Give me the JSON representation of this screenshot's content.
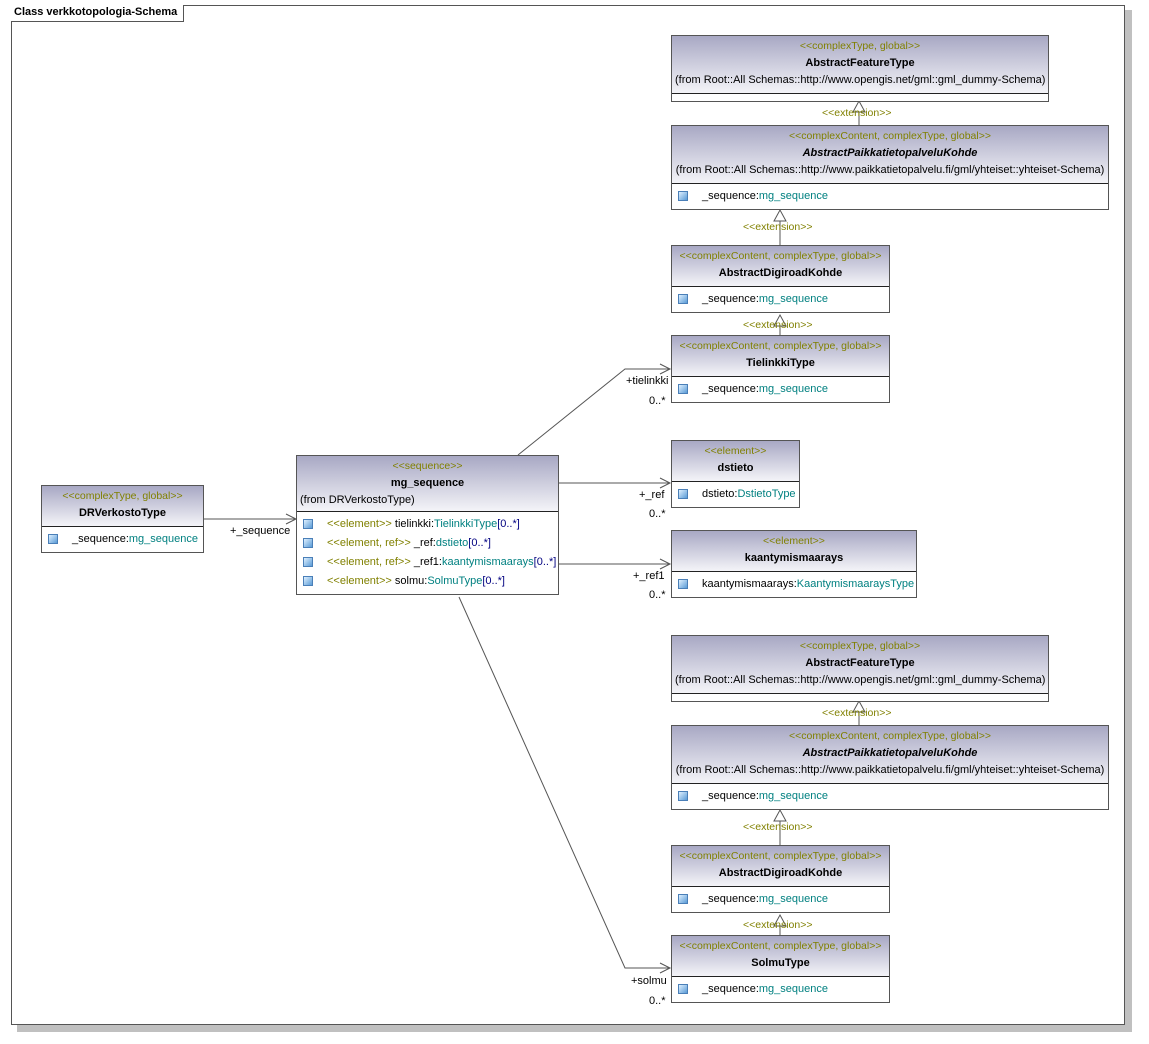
{
  "frame": {
    "title": "Class verkkotopologia-Schema"
  },
  "classes": {
    "drverkosto": {
      "stereotype": "<<complexType, global>>",
      "name": "DRVerkostoType",
      "attrs": [
        {
          "name": "_sequence:",
          "type": "mg_sequence"
        }
      ]
    },
    "mg_sequence": {
      "stereotype": "<<sequence>>",
      "name": "mg_sequence",
      "from": "(from DRVerkostoType)",
      "attrs": [
        {
          "stereo": "<<element>>",
          "name": " tielinkki:",
          "type": "TielinkkiType",
          "mult": "[0..*]"
        },
        {
          "stereo": "<<element, ref>>",
          "name": " _ref:",
          "type": "dstieto",
          "mult": "[0..*]"
        },
        {
          "stereo": "<<element, ref>>",
          "name": " _ref1:",
          "type": "kaantymismaarays",
          "mult": "[0..*]"
        },
        {
          "stereo": "<<element>>",
          "name": " solmu:",
          "type": "SolmuType",
          "mult": "[0..*]"
        }
      ]
    },
    "abstract_feature_1": {
      "stereotype": "<<complexType, global>>",
      "name": "AbstractFeatureType",
      "from": "(from Root::All Schemas::http://www.opengis.net/gml::gml_dummy-Schema)"
    },
    "abstract_paikka_1": {
      "stereotype": "<<complexContent, complexType, global>>",
      "name": "AbstractPaikkatietopalveluKohde",
      "from": "(from Root::All Schemas::http://www.paikkatietopalvelu.fi/gml/yhteiset::yhteiset-Schema)",
      "attrs": [
        {
          "name": "_sequence:",
          "type": "mg_sequence"
        }
      ]
    },
    "abstract_digiroad_1": {
      "stereotype": "<<complexContent, complexType, global>>",
      "name": "AbstractDigiroadKohde",
      "attrs": [
        {
          "name": "_sequence:",
          "type": "mg_sequence"
        }
      ]
    },
    "tielinkki": {
      "stereotype": "<<complexContent, complexType, global>>",
      "name": "TielinkkiType",
      "attrs": [
        {
          "name": "_sequence:",
          "type": "mg_sequence"
        }
      ]
    },
    "dstieto": {
      "stereotype": "<<element>>",
      "name": "dstieto",
      "attrs": [
        {
          "name": "dstieto:",
          "type": "DstietoType"
        }
      ]
    },
    "kaantymismaarays": {
      "stereotype": "<<element>>",
      "name": "kaantymismaarays",
      "attrs": [
        {
          "name": "kaantymismaarays:",
          "type": "KaantymismaaraysType"
        }
      ]
    },
    "abstract_feature_2": {
      "stereotype": "<<complexType, global>>",
      "name": "AbstractFeatureType",
      "from": "(from Root::All Schemas::http://www.opengis.net/gml::gml_dummy-Schema)"
    },
    "abstract_paikka_2": {
      "stereotype": "<<complexContent, complexType, global>>",
      "name": "AbstractPaikkatietopalveluKohde",
      "from": "(from Root::All Schemas::http://www.paikkatietopalvelu.fi/gml/yhteiset::yhteiset-Schema)",
      "attrs": [
        {
          "name": "_sequence:",
          "type": "mg_sequence"
        }
      ]
    },
    "abstract_digiroad_2": {
      "stereotype": "<<complexContent, complexType, global>>",
      "name": "AbstractDigiroadKohde",
      "attrs": [
        {
          "name": "_sequence:",
          "type": "mg_sequence"
        }
      ]
    },
    "solmu": {
      "stereotype": "<<complexContent, complexType, global>>",
      "name": "SolmuType",
      "attrs": [
        {
          "name": "_sequence:",
          "type": "mg_sequence"
        }
      ]
    }
  },
  "connectors": {
    "extension_label": "<<extension>>",
    "sequence_role": "+_sequence",
    "tielinkki_role": "+tielinkki",
    "tielinkki_mult": "0..*",
    "ref_role": "+_ref",
    "ref_mult": "0..*",
    "ref1_role": "+_ref1",
    "ref1_mult": "0..*",
    "solmu_role": "+solmu",
    "solmu_mult": "0..*"
  }
}
